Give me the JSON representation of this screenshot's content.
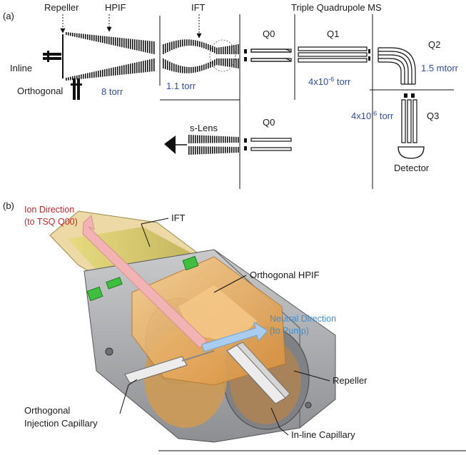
{
  "panel_a": {
    "label": "(a)",
    "repeller": "Repeller",
    "hpif": "HPIF",
    "ift": "IFT",
    "tqms": "Triple Quadrupole MS",
    "inline": "Inline",
    "orthogonal": "Orthogonal",
    "q0": "Q0",
    "q1": "Q1",
    "q2": "Q2",
    "q3": "Q3",
    "q0_lower": "Q0",
    "slens": "s-Lens",
    "detector": "Detector",
    "p_hpif": "8 torr",
    "p_ift": "1.1 torr",
    "p_q1_base": "4x10",
    "p_q1_exp": "-6",
    "p_q1_unit": " torr",
    "p_q2": "1.5 mtorr",
    "p_q3_base": "4x10",
    "p_q3_exp": "-6",
    "p_q3_unit": " torr"
  },
  "panel_b": {
    "label": "(b)",
    "ion_dir_1": "Ion Direction",
    "ion_dir_2": "(to TSQ Q00)",
    "ift": "IFT",
    "ortho_hpif": "Orthogonal HPIF",
    "neutral_1": "Neutral Direction",
    "neutral_2": "(to Pump)",
    "repeller": "Repeller",
    "ortho_cap_1": "Orthogonal",
    "ortho_cap_2": "Injection Capillary",
    "inline_cap": "In-line Capillary"
  },
  "colors": {
    "ion_arrow": "#f2b3b3",
    "neutral_arrow": "#a9cdee",
    "ion_text": "#c0282d",
    "neutral_text": "#3f8fd0",
    "pressure_text": "#2e4f9a",
    "housing_gray": "#a7a9ac",
    "funnel_orange": "#f2b467",
    "ift_yellow": "#d8cf62",
    "connector_green": "#3fbf3f"
  }
}
